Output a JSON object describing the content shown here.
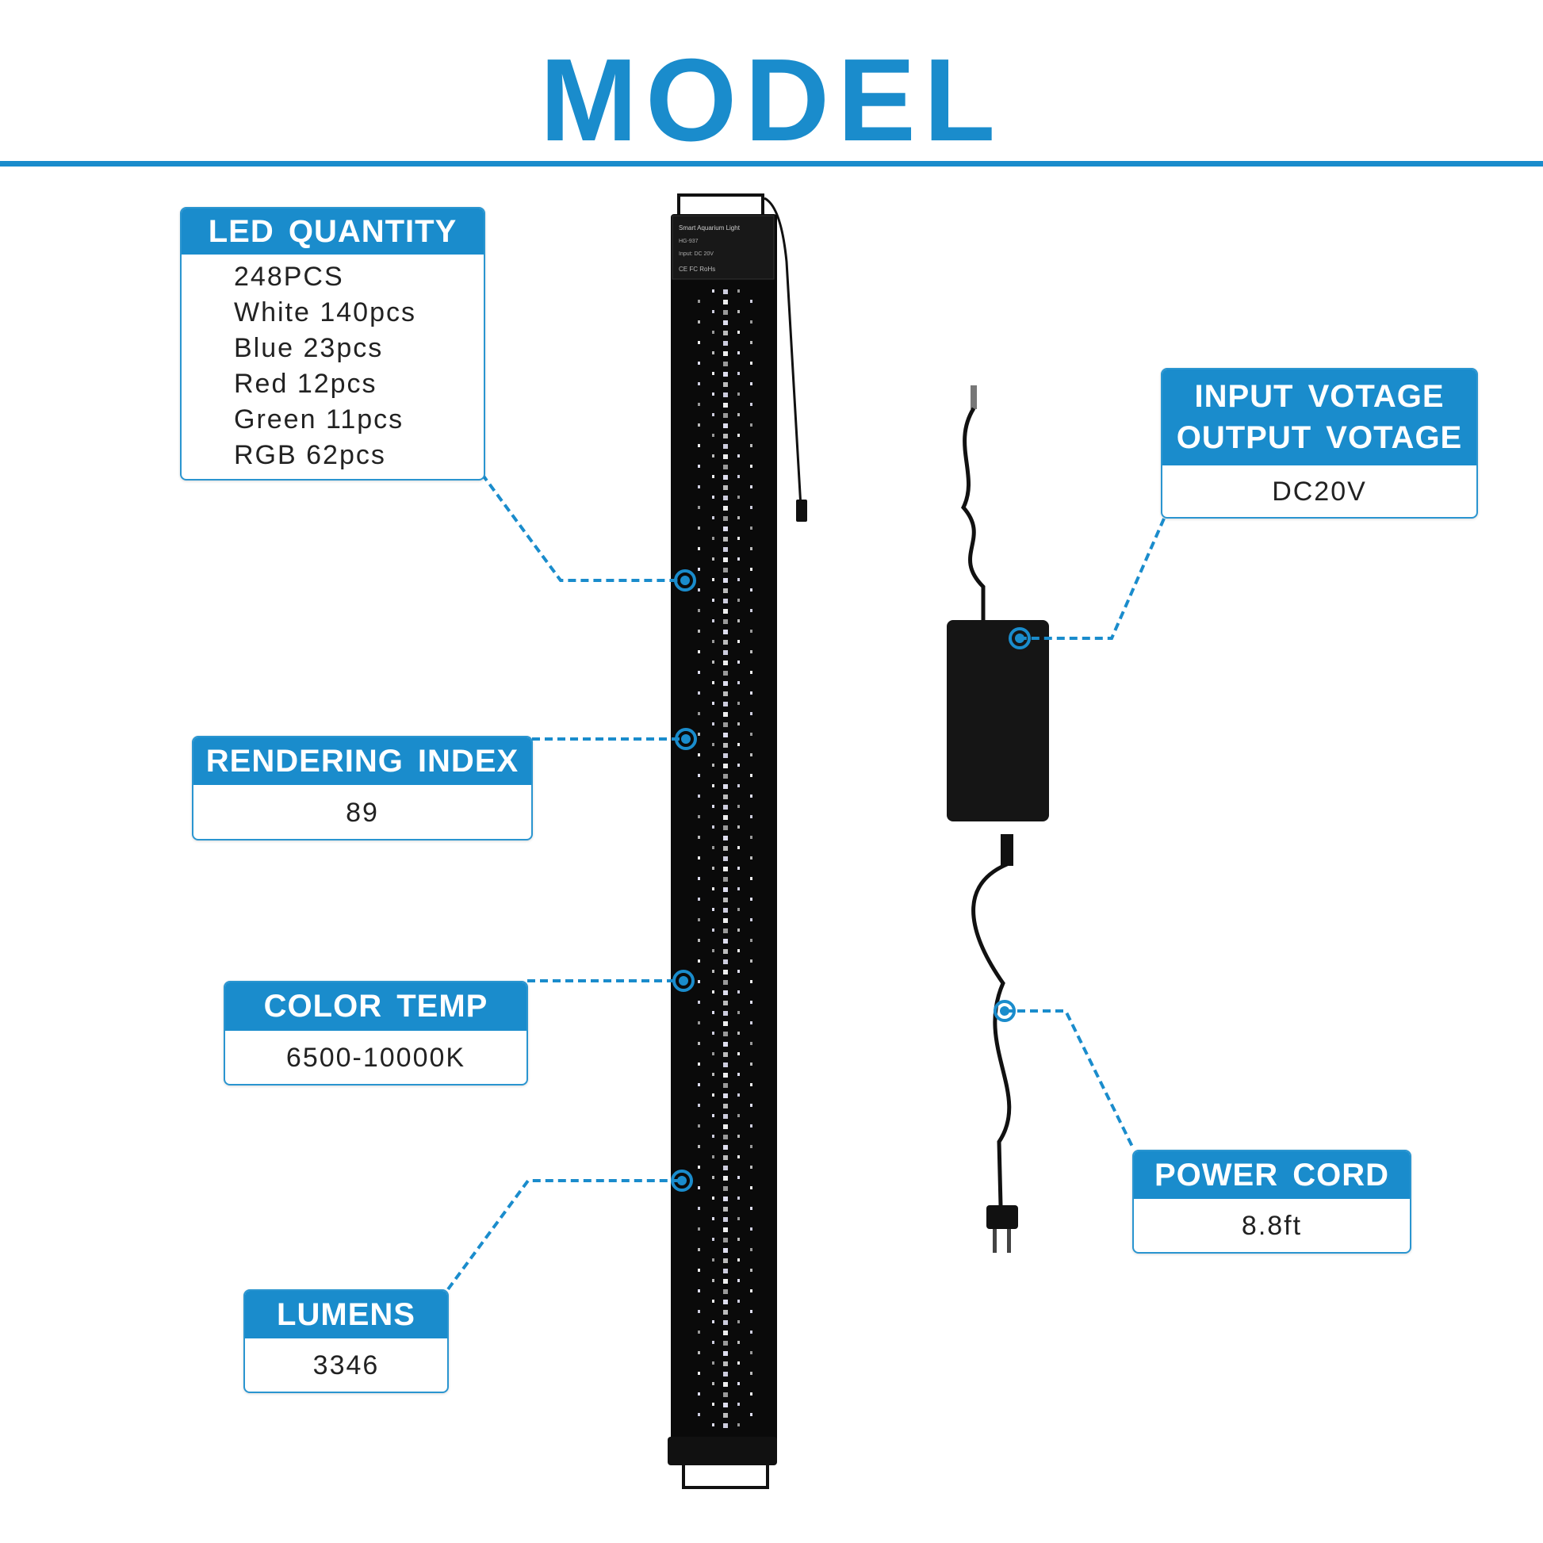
{
  "title": "MODEL",
  "accent_color": "#1a8ccc",
  "led_quantity": {
    "header": "LED QUANTITY",
    "lines": [
      "248PCS",
      "White 140pcs",
      "Blue 23pcs",
      "Red 12pcs",
      "Green 11pcs",
      "RGB 62pcs"
    ]
  },
  "rendering_index": {
    "header": "RENDERING INDEX",
    "value": "89"
  },
  "color_temp": {
    "header": "COLOR TEMP",
    "value": "6500-10000K"
  },
  "lumens": {
    "header": "LUMENS",
    "value": "3346"
  },
  "voltage": {
    "header_line1": "INPUT VOTAGE",
    "header_line2": "OUTPUT  VOTAGE",
    "value": "DC20V"
  },
  "power_cord": {
    "header": "POWER CORD",
    "value": "8.8ft"
  },
  "product_label": {
    "line1": "Smart Aquarium Light",
    "line2": "HG-937",
    "line3": "Input: DC 20V",
    "marks": "CE FC RoHs"
  }
}
